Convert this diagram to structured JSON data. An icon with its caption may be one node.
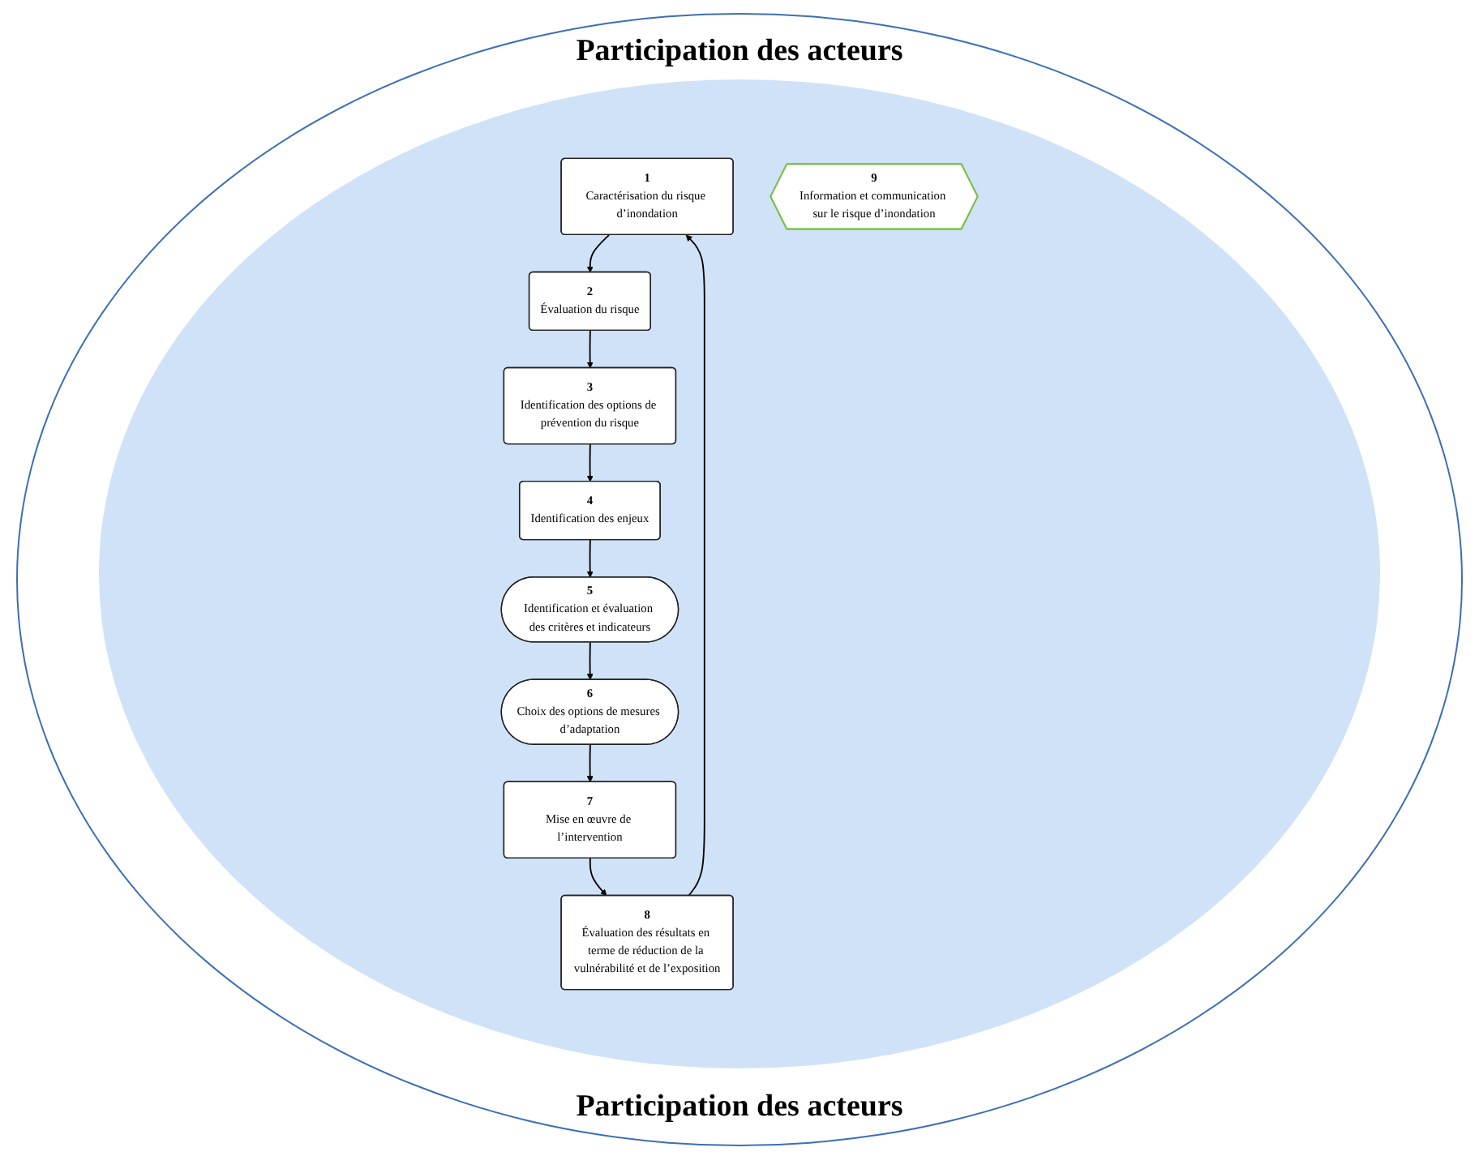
{
  "diagram": {
    "nodes": [
      {
        "text": [
          "1",
          "Caractérisation du risque d’inondation"
        ]
      },
      {
        "text": [
          "2",
          "Évaluation du risque"
        ]
      },
      {
        "text": [
          "3",
          "Identification des options de prévention du risque"
        ]
      },
      {
        "text": [
          "4",
          "Identification des enjeux"
        ]
      },
      {
        "text": [
          "5",
          "Identification et évaluation des critères et indicateurs"
        ]
      },
      {
        "text": [
          "6",
          "Choix des options de mesures d’adaptation"
        ]
      },
      {
        "text": [
          "7",
          "Mise en œuvre de l’intervention"
        ]
      },
      {
        "text": [
          "8",
          "Évaluation des résultats en terme de réduction de la vulnérabilité et de l’exposition"
        ]
      },
      {
        "text": [
          "9",
          "Information et communication sur le risque d’inondation"
        ]
      }
    ],
    "edges": [
      {
        "from": 0,
        "to": 1,
        "arrow": "to"
      },
      {
        "from": 1,
        "to": 2,
        "arrow": "to"
      },
      {
        "from": 2,
        "to": 3,
        "arrow": "to"
      },
      {
        "from": 3,
        "to": 4,
        "arrow": "to"
      },
      {
        "from": 4,
        "to": 5,
        "arrow": "to"
      },
      {
        "from": 5,
        "to": 6,
        "arrow": "to"
      },
      {
        "from": 6,
        "to": 7,
        "arrow": "to"
      },
      {
        "from": 7,
        "to": 0,
        "arrow": "to"
      }
    ],
    "labels": [
      "Participation des acteurs",
      "Participation des acteurs"
    ]
  }
}
